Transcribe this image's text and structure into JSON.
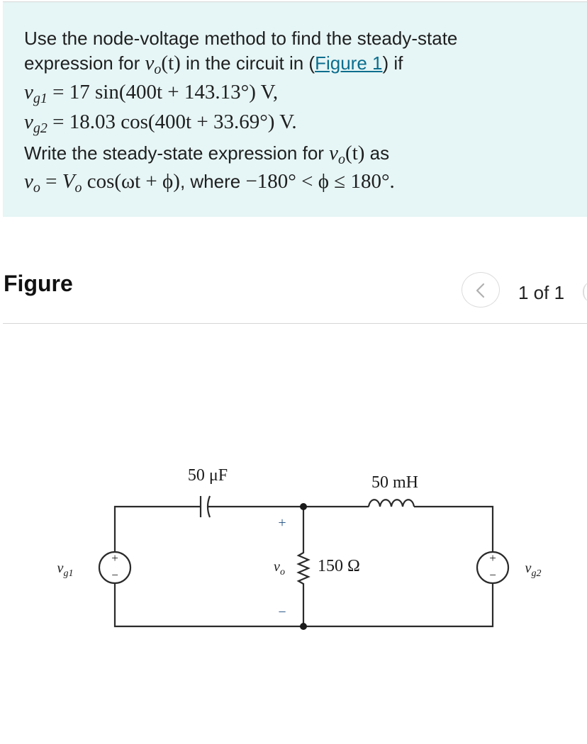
{
  "problem": {
    "line1": "Use the node-voltage method to find the steady-state",
    "line2_prefix": "expression for ",
    "line2_mid": " in the circuit in (",
    "figure_link": "Figure 1",
    "line2_suffix": ") if",
    "vo_symbol": "v",
    "vo_sub": "o",
    "t_arg": "(t)",
    "vg1_symbol": "v",
    "vg1_sub": "g1",
    "vg1_expr": " = 17 sin(400t + 143.13°) V,",
    "vg2_symbol": "v",
    "vg2_sub": "g2",
    "vg2_expr": " = 18.03 cos(400t + 33.69°) V.",
    "line5_prefix": "Write the steady-state expression for ",
    "line5_suffix": " as",
    "line6_lhs": " = ",
    "line6_Vo": "V",
    "line6_Vo_sub": "o",
    "line6_rhs": " cos(ωt + ϕ)",
    "line6_where": ", where ",
    "line6_range": "−180° < ϕ ≤ 180°",
    "line6_end": "."
  },
  "figure": {
    "title": "Figure",
    "pager": "1 of 1"
  },
  "circuit": {
    "capacitor_label": "50 μF",
    "inductor_label": "50 mH",
    "resistor_label": "150 Ω",
    "vg1_label": "v",
    "vg1_label_sub": "g1",
    "vg2_label": "v",
    "vg2_label_sub": "g2",
    "vo_label": "v",
    "vo_label_sub": "o",
    "plus": "+",
    "minus": "−"
  },
  "colors": {
    "problem_background": "#e6f5f5",
    "link": "#0b6e8e"
  }
}
